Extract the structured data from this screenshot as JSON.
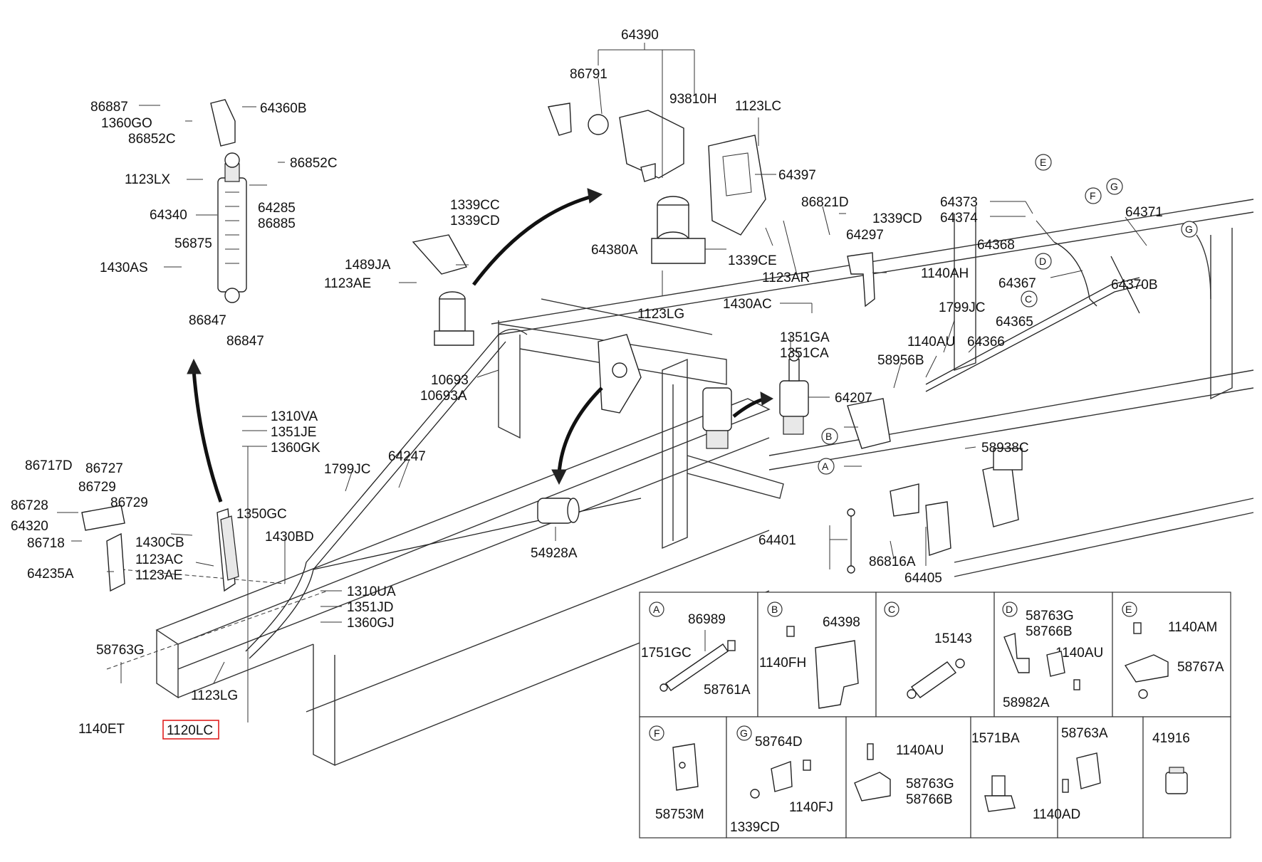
{
  "labels": {
    "l64390": "64390",
    "l86791": "86791",
    "l93810H": "93810H",
    "l1123LC": "1123LC",
    "l64397": "64397",
    "l86821D": "86821D",
    "l1339CD_a": "1339CD",
    "l64297": "64297",
    "l1140AH": "1140AH",
    "l64380A": "64380A",
    "l1339CE": "1339CE",
    "l1123AR": "1123AR",
    "l1123LG_a": "1123LG",
    "l1430AC": "1430AC",
    "l1351GA": "1351GA",
    "l1351CA": "1351CA",
    "l64207": "64207",
    "l1339CC": "1339CC",
    "l1339CD_b": "1339CD",
    "l1489JA": "1489JA",
    "l1123AE_a": "1123AE",
    "l10693": "10693",
    "l10693A": "10693A",
    "l54928A": "54928A",
    "l64247": "64247",
    "l1799JC_a": "1799JC",
    "l1310VA": "1310VA",
    "l1351JE": "1351JE",
    "l1360GK": "1360GK",
    "l1350GC": "1350GC",
    "l1430BD": "1430BD",
    "l1310UA": "1310UA",
    "l1351JD": "1351JD",
    "l1360GJ": "1360GJ",
    "l58763G_a": "58763G",
    "l1123LG_b": "1123LG",
    "l1140ET": "1140ET",
    "l1120LC": "1120LC",
    "l86887": "86887",
    "l1360GO": "1360GO",
    "l86852C_a": "86852C",
    "l64360B": "64360B",
    "l1123LX": "1123LX",
    "l86852C_b": "86852C",
    "l64340": "64340",
    "l64285": "64285",
    "l86885": "86885",
    "l56875": "56875",
    "l1430AS": "1430AS",
    "l86847_a": "86847",
    "l86847_b": "86847",
    "l86717D": "86717D",
    "l86727": "86727",
    "l86729_a": "86729",
    "l86728": "86728",
    "l86729_b": "86729",
    "l64320": "64320",
    "l1430CB": "1430CB",
    "l86718": "86718",
    "l1123AC": "1123AC",
    "l1123AE_b": "1123AE",
    "l64235A": "64235A",
    "l64373": "64373",
    "l64374": "64374",
    "l64371": "64371",
    "l64368": "64368",
    "l64367": "64367",
    "l64370B": "64370B",
    "l1799JC_b": "1799JC",
    "l1140AU_a": "1140AU",
    "l64366": "64366",
    "l64365": "64365",
    "l58956B": "58956B",
    "l58938C": "58938C",
    "l64401": "64401",
    "l86816A": "86816A",
    "l64405": "64405"
  },
  "callouts": {
    "E": "E",
    "F": "F",
    "G1": "G",
    "G2": "G",
    "D": "D",
    "C": "C",
    "B": "B",
    "A": "A"
  },
  "detail_boxes": {
    "A": {
      "letter": "A",
      "parts": [
        "86989",
        "1751GC",
        "58761A"
      ]
    },
    "B": {
      "letter": "B",
      "parts": [
        "64398",
        "1140FH"
      ]
    },
    "C": {
      "letter": "C",
      "parts": [
        "15143"
      ]
    },
    "D": {
      "letter": "D",
      "parts": [
        "58763G",
        "58766B",
        "1140AU",
        "58982A"
      ]
    },
    "E": {
      "letter": "E",
      "parts": [
        "1140AM",
        "58767A"
      ]
    },
    "F": {
      "letter": "F",
      "parts": [
        "58753M"
      ]
    },
    "G": {
      "letter": "G",
      "parts": [
        "58764D",
        "1140FJ",
        "1339CD"
      ]
    },
    "H": {
      "parts": [
        "1140AU",
        "58763G",
        "58766B"
      ]
    },
    "I": {
      "parts": [
        "1571BA"
      ]
    },
    "J": {
      "parts": [
        "58763A",
        "1140AD"
      ]
    },
    "K": {
      "parts": [
        "41916"
      ]
    }
  },
  "highlighted_part": "1120LC",
  "colors": {
    "line": "#222222",
    "highlight": "#e0201f",
    "background": "#ffffff"
  }
}
